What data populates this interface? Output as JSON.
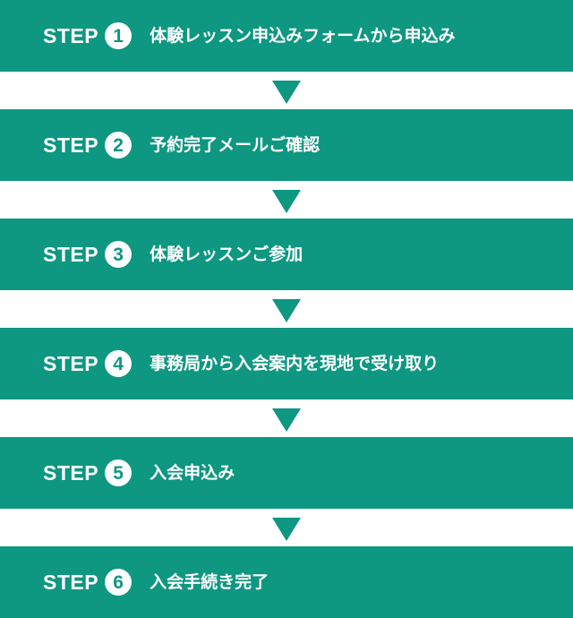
{
  "colors": {
    "accent": "#0e9781",
    "background": "#ffffff",
    "text": "#ffffff"
  },
  "steps": [
    {
      "prefix": "STEP",
      "number": "1",
      "text": "体験レッスン申込みフォームから申込み"
    },
    {
      "prefix": "STEP",
      "number": "2",
      "text": "予約完了メールご確認"
    },
    {
      "prefix": "STEP",
      "number": "3",
      "text": "体験レッスンご参加"
    },
    {
      "prefix": "STEP",
      "number": "4",
      "text": "事務局から入会案内を現地で受け取り"
    },
    {
      "prefix": "STEP",
      "number": "5",
      "text": "入会申込み"
    },
    {
      "prefix": "STEP",
      "number": "6",
      "text": "入会手続き完了"
    }
  ],
  "connector_icon": "down-triangle-icon"
}
